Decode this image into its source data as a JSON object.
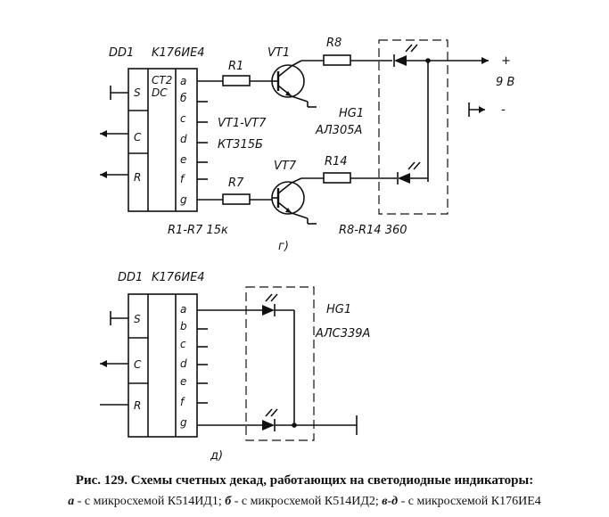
{
  "top": {
    "chip_label": "DD1",
    "chip_type": "K176ИЕ4",
    "pin_s": "S",
    "pin_c": "C",
    "pin_r": "R",
    "inner_ct2": "CT2",
    "inner_dc": "DC",
    "outputs": [
      "a",
      "б",
      "c",
      "d",
      "e",
      "f",
      "g"
    ],
    "r1": "R1",
    "r7": "R7",
    "r8": "R8",
    "r14": "R14",
    "vt1": "VT1",
    "vt7": "VT7",
    "vt_range": "VT1-VT7",
    "vt_type": "КТ315Б",
    "hg_label": "HG1",
    "hg_type": "АЛ305А",
    "r1r7": "R1-R7  15к",
    "r8r14": "R8-R14  360",
    "supply_plus": "+",
    "supply_minus": "-",
    "supply_voltage": "9 В",
    "panel_letter": "г)"
  },
  "bottom": {
    "chip_label": "DD1",
    "chip_type": "K176ИЕ4",
    "pin_s": "S",
    "pin_c": "C",
    "pin_r": "R",
    "outputs": [
      "a",
      "b",
      "c",
      "d",
      "e",
      "f",
      "g"
    ],
    "hg_label": "HG1",
    "hg_type": "АЛС339А",
    "panel_letter": "д)"
  },
  "caption": {
    "title": "Рис. 129. Схемы счетных декад, работающих на светодиодные индикаторы:",
    "a_key": "а",
    "a_text": " - с микросхемой К514ИД1; ",
    "b_key": "б",
    "b_text": " - с микросхемой К514ИД2; ",
    "vd_key": "в-д",
    "vd_text": " - с микросхемой К176ИЕ4"
  }
}
